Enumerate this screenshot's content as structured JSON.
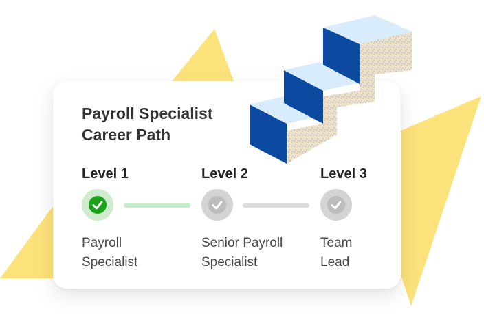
{
  "card": {
    "title_line1": "Payroll Specialist",
    "title_line2": "Career Path"
  },
  "levels": [
    {
      "label": "Level 1",
      "role_line1": "Payroll",
      "role_line2": "Specialist",
      "completed": true
    },
    {
      "label": "Level 2",
      "role_line1": "Senior Payroll",
      "role_line2": "Specialist",
      "completed": false
    },
    {
      "label": "Level 3",
      "role_line1": "Team",
      "role_line2": "Lead",
      "completed": false
    }
  ],
  "colors": {
    "accent_yellow": "#fde17a",
    "stair_blue": "#0b4aa0",
    "stair_top": "#d9ecfb",
    "stair_face": "#efe3cc",
    "check_done": "#1aa31a",
    "check_done_ring": "#cdeccd",
    "check_todo": "#bdbdbd",
    "check_todo_ring": "#d4d4d4"
  },
  "icons": [
    "check-icon",
    "stairs-illustration"
  ]
}
